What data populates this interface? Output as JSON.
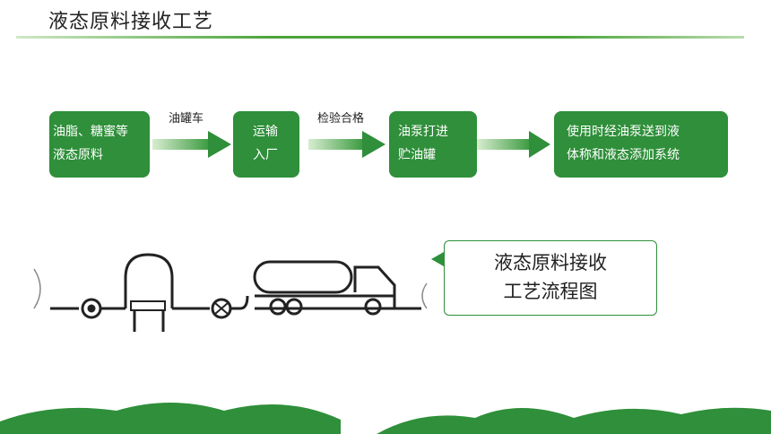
{
  "title": "液态原料接收工艺",
  "steps": [
    {
      "line1": "油脂、糖蜜等",
      "line2": "液态原料"
    },
    {
      "line1": "运输",
      "line2": "入厂"
    },
    {
      "line1": "油泵打进",
      "line2": "贮油罐"
    },
    {
      "line1": "使用时经油泵送到液",
      "line2": "体称和液态添加系统"
    }
  ],
  "arrow_labels": [
    "油罐车",
    "检验合格",
    ""
  ],
  "callout": {
    "line1": "液态原料接收",
    "line2": "工艺流程图"
  },
  "colors": {
    "accent": "#2f8f3a",
    "arrow_light": "#cfe8c5",
    "hills": "#2f8f3a"
  }
}
